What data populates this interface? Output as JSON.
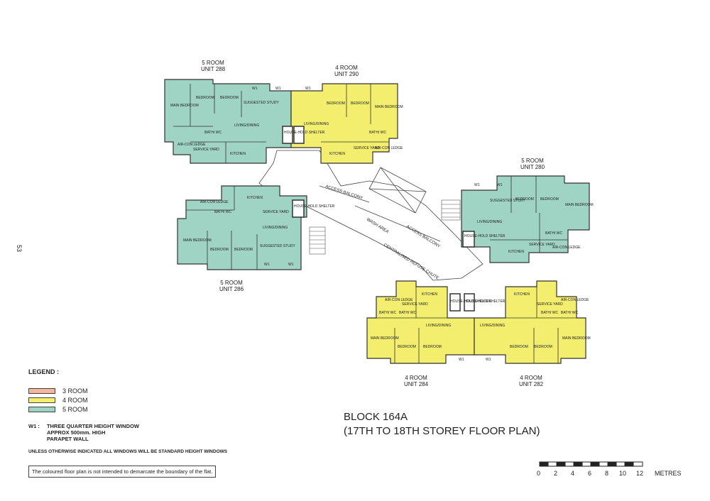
{
  "page_number": "53",
  "units": [
    {
      "id": "u288",
      "type": "5 ROOM",
      "unit": "UNIT 288"
    },
    {
      "id": "u290",
      "type": "4 ROOM",
      "unit": "UNIT 290"
    },
    {
      "id": "u280",
      "type": "5 ROOM",
      "unit": "UNIT 280"
    },
    {
      "id": "u286",
      "type": "5 ROOM",
      "unit": "UNIT 286"
    },
    {
      "id": "u284",
      "type": "4 ROOM",
      "unit": "UNIT 284"
    },
    {
      "id": "u282",
      "type": "4 ROOM",
      "unit": "UNIT 282"
    }
  ],
  "room_labels": {
    "main_bedroom": "MAIN BEDROOM",
    "bedroom": "BEDROOM",
    "living_dining": "LIVING/DINING",
    "kitchen": "KITCHEN",
    "suggested_study": "SUGGESTED STUDY",
    "household_shelter": "HOUSE-HOLD SHELTER",
    "service_yard": "SERVICE YARD",
    "aircon_ledge": "AIR-CON LEDGE",
    "bath_wc": "BATH/ WC",
    "w1": "W1"
  },
  "common_labels": {
    "access_balcony": "ACCESS BALCONY",
    "wash_area": "WASH AREA",
    "refuse_chute": "CENTRALISED REFUSE CHUTE"
  },
  "legend": {
    "title": "LEGEND :",
    "items": [
      {
        "label": "3 ROOM",
        "color": "#f6b69b"
      },
      {
        "label": "4 ROOM",
        "color": "#f3ee6e"
      },
      {
        "label": "5 ROOM",
        "color": "#9fd3c3"
      }
    ]
  },
  "w1_note": {
    "key": "W1 :",
    "line1": "THREE QUARTER HEIGHT WINDOW",
    "line2": "APPROX 500mm. HIGH",
    "line3": "PARAPET WALL"
  },
  "unless_note": "UNLESS OTHERWISE INDICATED ALL WINDOWS WILL BE STANDARD HEIGHT WINDOWS",
  "disclaimer": "The coloured floor plan is not intended to demarcate the boundary of the flat.",
  "block_title": {
    "line1": "BLOCK 164A",
    "line2": "(17TH TO 18TH STOREY FLOOR PLAN)"
  },
  "scale": {
    "ticks": [
      "0",
      "2",
      "4",
      "6",
      "8",
      "10",
      "12"
    ],
    "unit": "METRES"
  },
  "colors": {
    "four_room": "#f3ee6e",
    "five_room": "#9fd3c3",
    "wall": "#333333",
    "stair": "#666666"
  }
}
